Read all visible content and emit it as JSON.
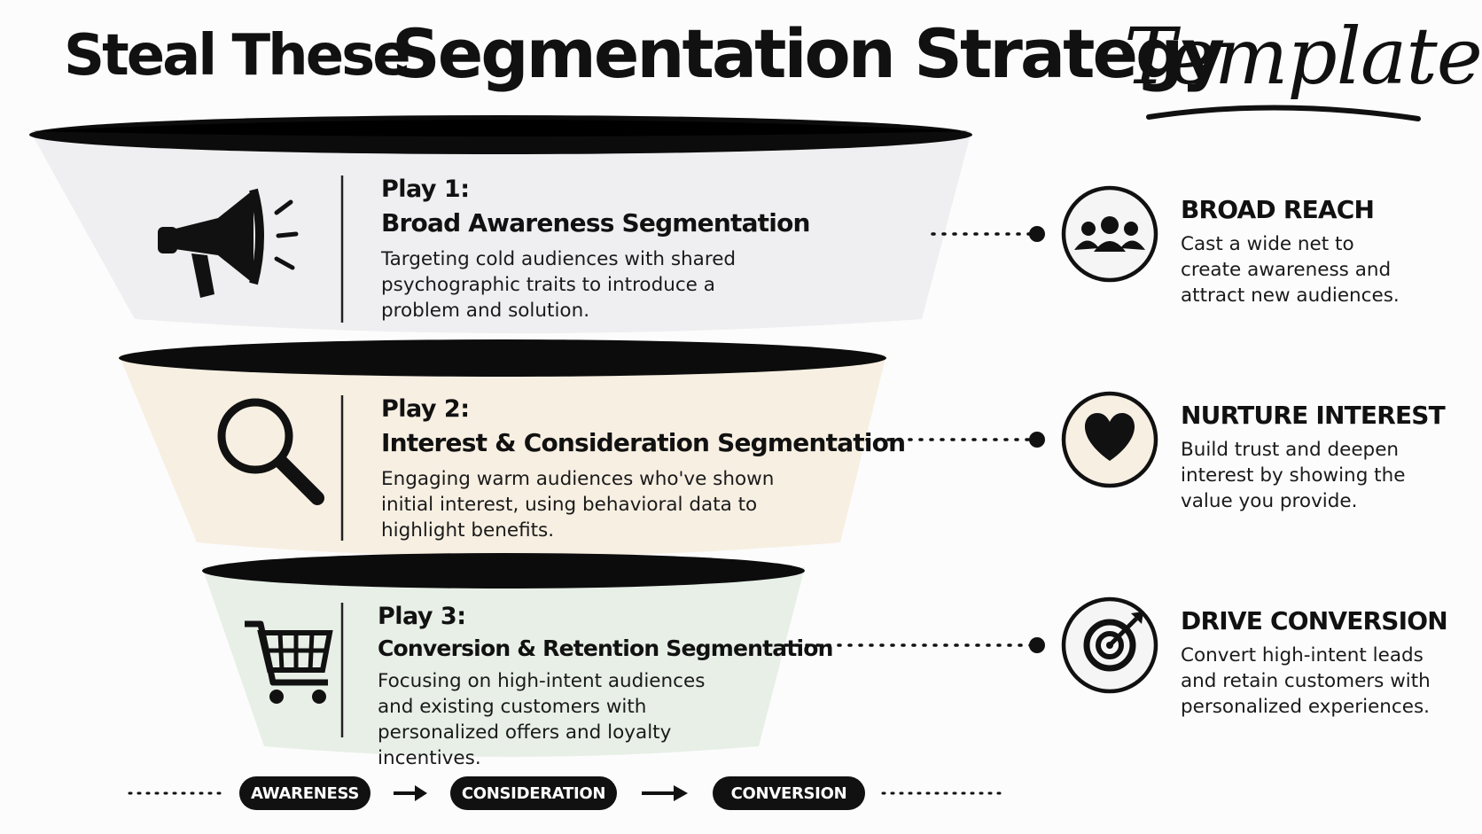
{
  "title": {
    "part1": "Steal These",
    "part2": "Segmentation Strategy",
    "part3": "Templates"
  },
  "plays": [
    {
      "number": "Play 1:",
      "name": "Broad Awareness Segmentation",
      "description": "Targeting cold audiences with shared psychographic traits to introduce a problem and solution.",
      "icon": "megaphone-icon",
      "band_color": "#efeff1"
    },
    {
      "number": "Play 2:",
      "name": "Interest & Consideration Segmentation",
      "description": "Engaging warm audiences who've shown initial interest, using behavioral data to highlight benefits.",
      "icon": "magnifier-icon",
      "band_color": "#f7efe2"
    },
    {
      "number": "Play 3:",
      "name": "Conversion & Retention Segmentation",
      "description": "Focusing on high-intent audiences and existing customers with personalized offers and loyalty incentives.",
      "icon": "shopping-cart-icon",
      "band_color": "#e7efe7"
    }
  ],
  "goals": [
    {
      "heading": "BROAD REACH",
      "text": "Cast a wide net to create awareness and attract new audiences.",
      "icon": "people-group-icon"
    },
    {
      "heading": "NURTURE INTEREST",
      "text": "Build trust and deepen interest by showing the value you provide.",
      "icon": "heart-icon"
    },
    {
      "heading": "DRIVE CONVERSION",
      "text": "Convert high-intent leads and retain customers with personalized experiences.",
      "icon": "target-icon"
    }
  ],
  "stages": [
    "AWARENESS",
    "CONSIDERATION",
    "CONVERSION"
  ]
}
